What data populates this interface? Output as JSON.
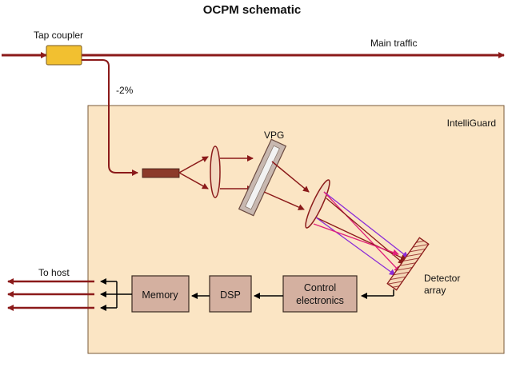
{
  "title": "OCPM schematic",
  "labels": {
    "tap_coupler": "Tap coupler",
    "main_traffic": "Main traffic",
    "tap_ratio": "-2%",
    "intelliguard": "IntelliGuard",
    "vpg": "VPG",
    "detector_array_line1": "Detector",
    "detector_array_line2": "array",
    "to_host": "To host"
  },
  "blocks": {
    "memory": "Memory",
    "dsp": "DSP",
    "control_line1": "Control",
    "control_line2": "electronics"
  },
  "colors": {
    "fiber": "#8b1a1a",
    "coupler_fill": "#f2c030",
    "enclosure_fill": "#fbe5c4",
    "block_fill": "#d4b0a0",
    "spectrum_purple": "#8a2bd8",
    "spectrum_magenta": "#e0207a",
    "signal_line": "#000000"
  }
}
